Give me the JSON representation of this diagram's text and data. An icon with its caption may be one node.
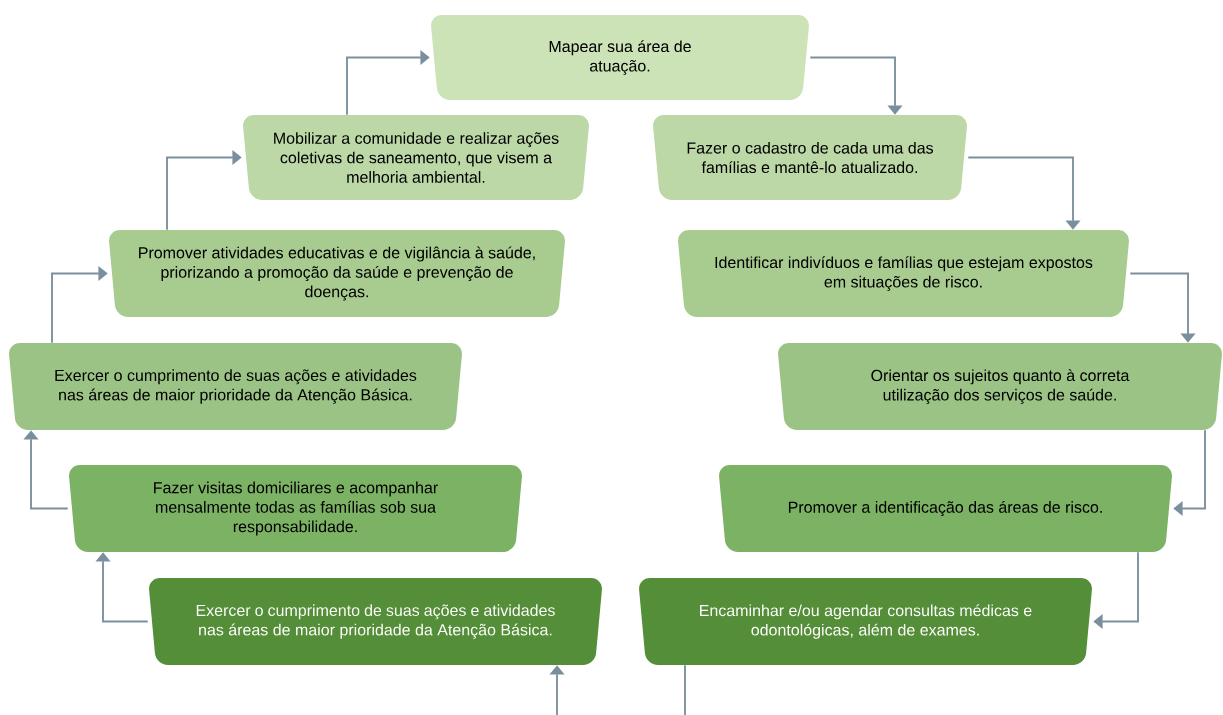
{
  "diagram": {
    "nodes": [
      {
        "text": [
          "Mapear sua área de atuação."
        ]
      },
      {
        "text": [
          "Mobilizar a comunidade e realizar ações coletivas de saneamento, que visem a melhoria ambiental."
        ]
      },
      {
        "text": [
          "Fazer o cadastro de cada uma das famílias e mantê-lo atualizado."
        ]
      },
      {
        "text": [
          "Promover atividades educativas e de vigilância à saúde, priorizando a promoção da saúde e prevenção de doenças."
        ]
      },
      {
        "text": [
          "Identificar indivíduos e famílias que estejam expostos em situações de risco."
        ]
      },
      {
        "text": [
          "Exercer o cumprimento de suas ações e atividades nas áreas de maior prioridade da Atenção Básica."
        ]
      },
      {
        "text": [
          "Orientar os sujeitos quanto à correta utilização dos serviços de saúde."
        ]
      },
      {
        "text": [
          "Fazer visitas domiciliares e acompanhar mensalmente todas as famílias sob sua responsabilidade."
        ]
      },
      {
        "text": [
          "Promover a identificação das áreas de risco."
        ]
      },
      {
        "text": [
          "Exercer o cumprimento de suas ações e atividades nas áreas de maior prioridade da Atenção Básica."
        ]
      },
      {
        "text": [
          "Encaminhar e/ou agendar consultas médicas e odontológicas, além de exames."
        ]
      }
    ],
    "edges": [
      {
        "from": 0,
        "to": 2,
        "arrow": "to"
      },
      {
        "from": 2,
        "to": 4,
        "arrow": "to"
      },
      {
        "from": 4,
        "to": 6,
        "arrow": "to"
      },
      {
        "from": 6,
        "to": 8,
        "arrow": "to"
      },
      {
        "from": 8,
        "to": 10,
        "arrow": "to"
      },
      {
        "from": 10,
        "to": null,
        "arrow": "none"
      },
      {
        "from": null,
        "to": 9,
        "arrow": "to"
      },
      {
        "from": 9,
        "to": 7,
        "arrow": "to"
      },
      {
        "from": 7,
        "to": 5,
        "arrow": "to"
      },
      {
        "from": 5,
        "to": 3,
        "arrow": "to"
      },
      {
        "from": 3,
        "to": 1,
        "arrow": "to"
      },
      {
        "from": 1,
        "to": 0,
        "arrow": "to"
      }
    ]
  }
}
